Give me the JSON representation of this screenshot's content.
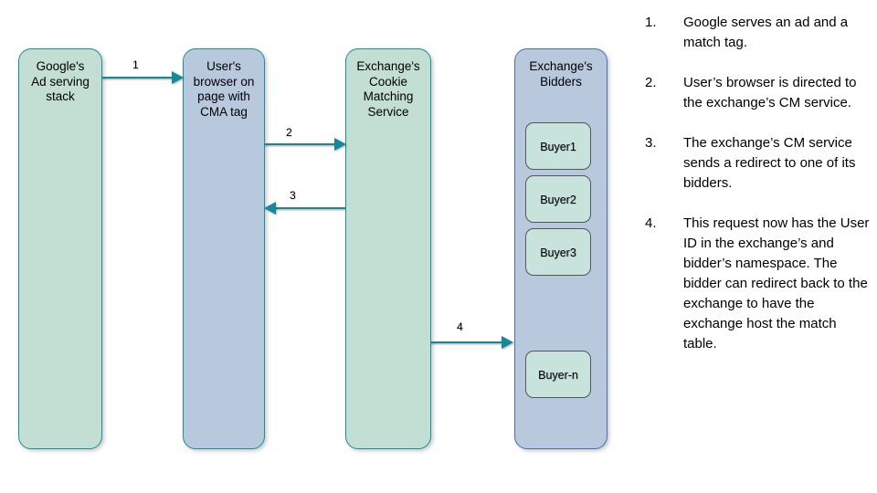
{
  "diagram": {
    "lanes": [
      {
        "id": "google-ad-serving-stack",
        "label": "Google's\nAd serving\nstack",
        "color": "#c3ded3"
      },
      {
        "id": "user-browser",
        "label": "User's\nbrowser on\npage with\nCMA tag",
        "color": "#b8c8dd"
      },
      {
        "id": "exchange-cookie-matching-service",
        "label": "Exchange's\nCookie\nMatching\nService",
        "color": "#c3ded3"
      },
      {
        "id": "exchange-bidders",
        "label": "Exchange's\nBidders",
        "color": "#b8c8dd"
      }
    ],
    "buyers": [
      {
        "label": "Buyer1"
      },
      {
        "label": "Buyer2"
      },
      {
        "label": "Buyer3"
      },
      {
        "label": "Buyer-n"
      }
    ],
    "arrows": [
      {
        "label": "1",
        "direction": "right",
        "from": "google-ad-serving-stack",
        "to": "user-browser"
      },
      {
        "label": "2",
        "direction": "right",
        "from": "user-browser",
        "to": "exchange-cookie-matching-service"
      },
      {
        "label": "3",
        "direction": "left",
        "from": "exchange-cookie-matching-service",
        "to": "user-browser"
      },
      {
        "label": "4",
        "direction": "right",
        "from": "exchange-cookie-matching-service",
        "to": "exchange-bidders"
      }
    ],
    "accent_color": "#17879a",
    "buyer_fill": "#c8e3dc"
  },
  "legend": {
    "items": [
      {
        "number": "1.",
        "text": "Google serves an ad and a match tag."
      },
      {
        "number": "2.",
        "text": "User’s browser is directed to the exchange’s CM service."
      },
      {
        "number": "3.",
        "text": "The exchange’s CM service sends a redirect to one of its bidders."
      },
      {
        "number": "4.",
        "text": "This request now has the User ID in the exchange’s and bidder’s namespace. The bidder can redirect back to the exchange to have the exchange host the match table."
      }
    ]
  }
}
